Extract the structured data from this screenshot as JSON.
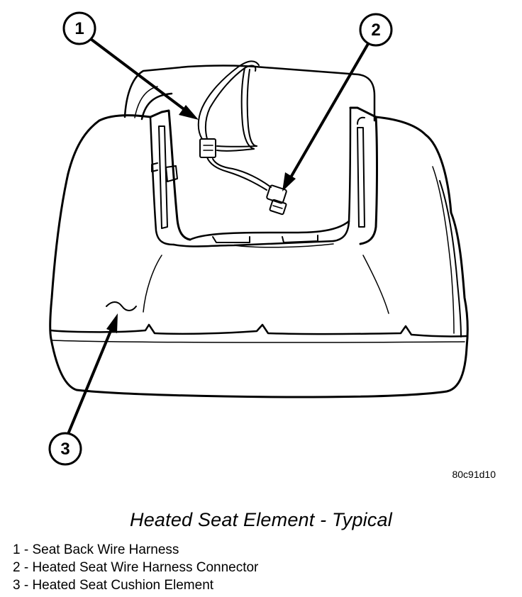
{
  "figure": {
    "id_code": "80c91d10",
    "caption": "Heated Seat Element - Typical"
  },
  "callouts": [
    {
      "number": "1",
      "label": "Seat Back Wire Harness"
    },
    {
      "number": "2",
      "label": "Heated Seat Wire Harness Connector"
    },
    {
      "number": "3",
      "label": "Heated Seat Cushion Element"
    }
  ],
  "legend": [
    "1 - Seat Back Wire Harness",
    "2 - Heated Seat Wire Harness Connector",
    "3 - Heated Seat Cushion Element"
  ]
}
